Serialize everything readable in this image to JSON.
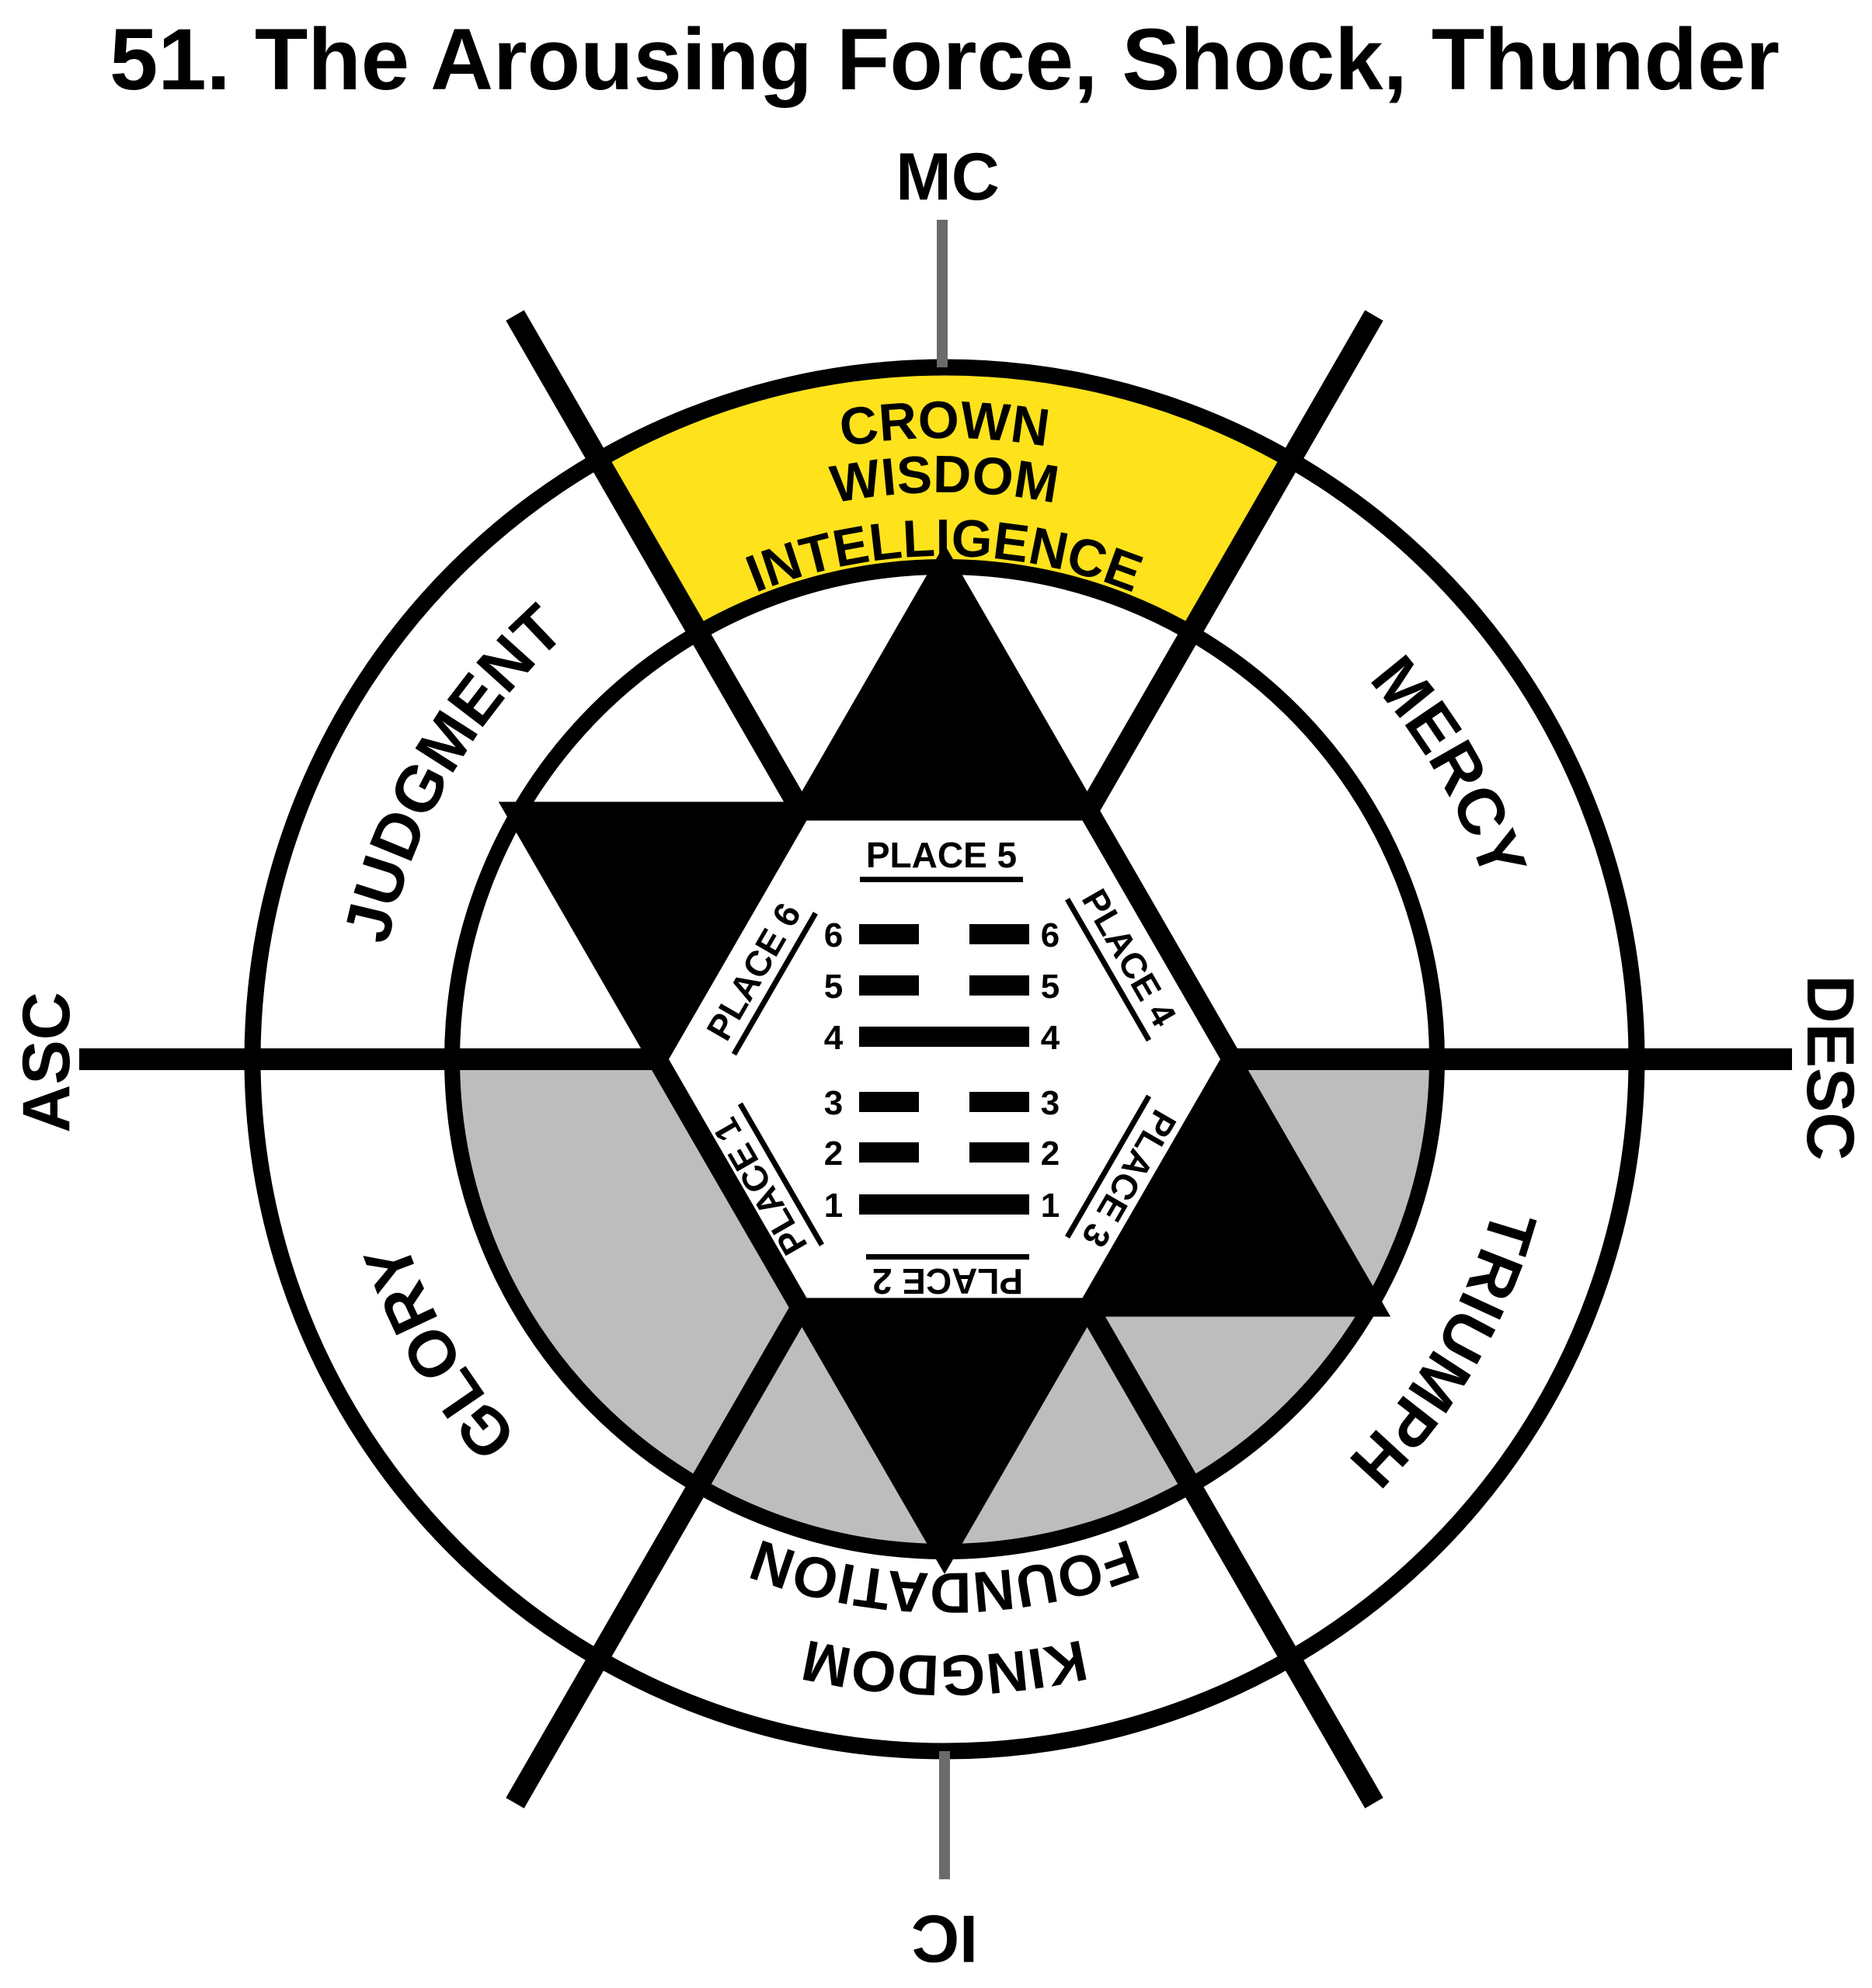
{
  "title": "51. The Arousing Force, Shock, Thunder",
  "axes": {
    "top": "MC",
    "bottom": "IC",
    "left": "ASC",
    "right": "DESC"
  },
  "ring_labels": {
    "top": [
      "CROWN",
      "WISDOM",
      "INTELLIGENCE"
    ],
    "upper_right": "MERCY",
    "upper_left": "JUDGMENT",
    "lower_right": "TRIUMPH",
    "lower_left": "GLORY",
    "bottom": [
      "FOUNDATION",
      "KINGDOM"
    ]
  },
  "places": {
    "p1": "PLACE 1",
    "p2": "PLACE 2",
    "p3": "PLACE 3",
    "p4": "PLACE 4",
    "p5": "PLACE 5",
    "p6": "PLACE 6"
  },
  "hexagram": {
    "lines": [
      {
        "number": "6",
        "type": "broken"
      },
      {
        "number": "5",
        "type": "broken"
      },
      {
        "number": "4",
        "type": "solid"
      },
      {
        "number": "3",
        "type": "broken"
      },
      {
        "number": "2",
        "type": "broken"
      },
      {
        "number": "1",
        "type": "solid"
      }
    ]
  },
  "colors": {
    "highlight_sector": "#FDE21C",
    "lower_shade": "#BDBDBD",
    "axis_tick": "#6B6B6B",
    "ink": "#000000"
  }
}
